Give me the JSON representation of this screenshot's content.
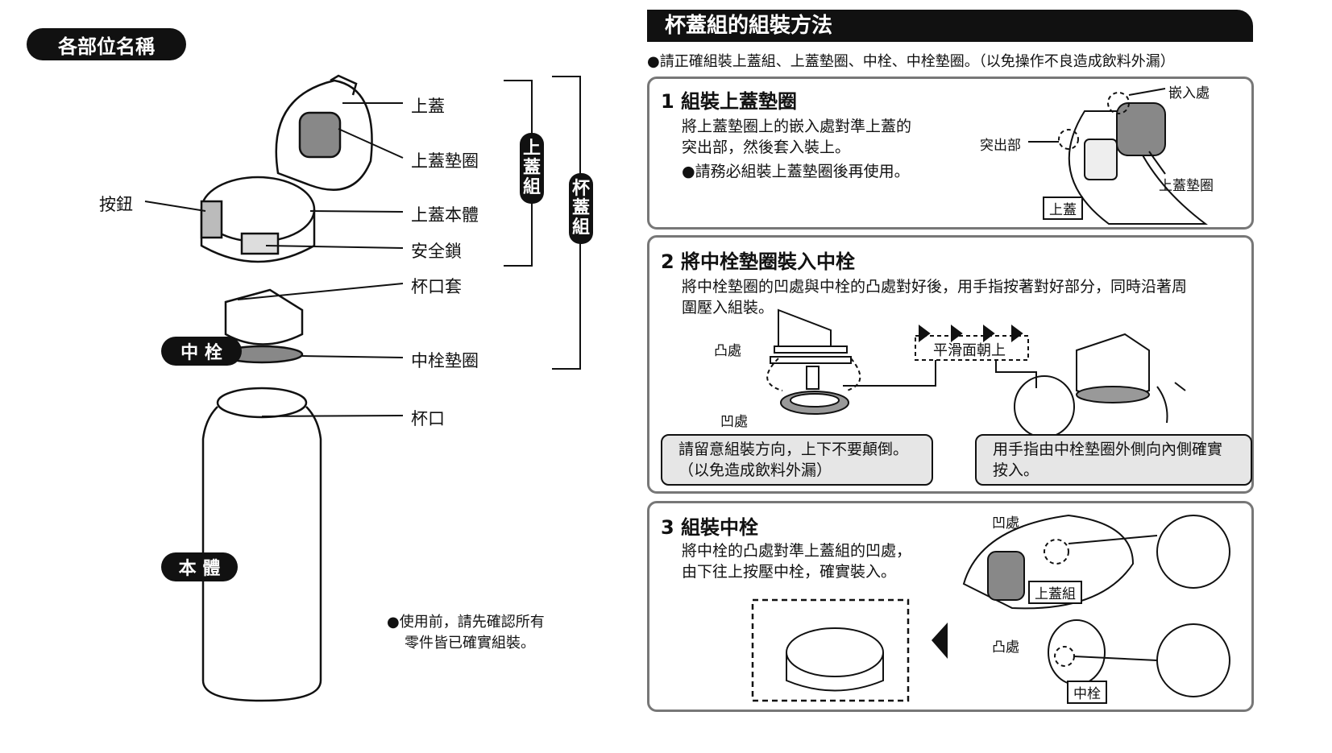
{
  "left": {
    "title": "各部位名稱",
    "labels": {
      "lid": "上蓋",
      "lid_gasket": "上蓋墊圈",
      "lid_body": "上蓋本體",
      "safety_lock": "安全鎖",
      "mouth_cover": "杯口套",
      "plug_gasket": "中栓墊圈",
      "mouth": "杯口",
      "button": "按鈕"
    },
    "group_lid": "上蓋組",
    "group_cap": "杯蓋組",
    "plug_pill": "中 栓",
    "body_pill": "本 體",
    "note_line1": "●使用前，請先確認所有",
    "note_line2": "零件皆已確實組裝。"
  },
  "right": {
    "title": "杯蓋組的組裝方法",
    "intro": "●請正確組裝上蓋組、上蓋墊圈、中栓、中栓墊圈。（以免操作不良造成飲料外漏）",
    "step1": {
      "heading": "1 組裝上蓋墊圈",
      "line1": "將上蓋墊圈上的嵌入處對準上蓋的",
      "line2": "突出部，然後套入裝上。",
      "note": "●請務必組裝上蓋墊圈後再使用。",
      "label_insert": "嵌入處",
      "label_protrusion": "突出部",
      "label_gasket": "上蓋墊圈",
      "label_lid": "上蓋"
    },
    "step2": {
      "heading": "2 將中栓墊圈裝入中栓",
      "line1": "將中栓墊圈的凹處與中栓的凸處對好後，用手指按著對好部分，同時沿著周",
      "line2": "圍壓入組裝。",
      "label_convex": "凸處",
      "label_concave": "凹處",
      "label_smooth": "平滑面朝上",
      "callout1_line1": "請留意組裝方向，上下不要顛倒。",
      "callout1_line2": "（以免造成飲料外漏）",
      "callout2_line1": "用手指由中栓墊圈外側向內側確實",
      "callout2_line2": "按入。"
    },
    "step3": {
      "heading": "3 組裝中栓",
      "line1": "將中栓的凸處對準上蓋組的凹處，",
      "line2": "由下往上按壓中栓，確實裝入。",
      "label_concave": "凹處",
      "label_lid_group": "上蓋組",
      "label_convex": "凸處",
      "label_plug": "中栓"
    }
  }
}
